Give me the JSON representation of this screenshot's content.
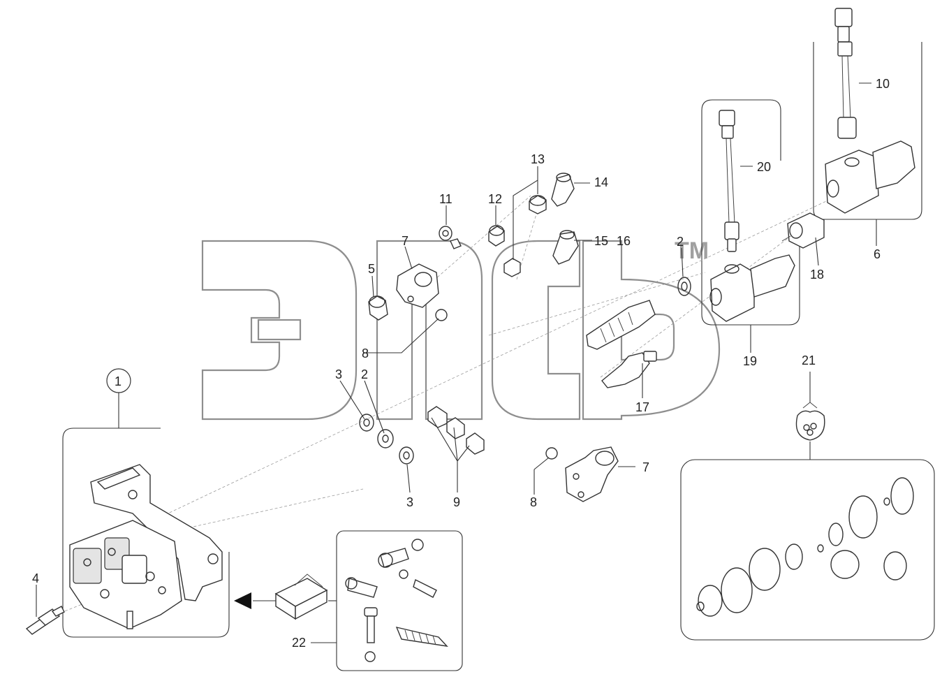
{
  "corner_text": "",
  "watermark": {
    "trademark": "TM"
  },
  "callouts": [
    {
      "id": "c1",
      "text": "1"
    },
    {
      "id": "c2a",
      "text": "2"
    },
    {
      "id": "c2b",
      "text": "2"
    },
    {
      "id": "c3a",
      "text": "3"
    },
    {
      "id": "c3b",
      "text": "3"
    },
    {
      "id": "c4",
      "text": "4"
    },
    {
      "id": "c5",
      "text": "5"
    },
    {
      "id": "c6",
      "text": "6"
    },
    {
      "id": "c7a",
      "text": "7"
    },
    {
      "id": "c7b",
      "text": "7"
    },
    {
      "id": "c8a",
      "text": "8"
    },
    {
      "id": "c8b",
      "text": "8"
    },
    {
      "id": "c9",
      "text": "9"
    },
    {
      "id": "c10",
      "text": "10"
    },
    {
      "id": "c11",
      "text": "11"
    },
    {
      "id": "c12",
      "text": "12"
    },
    {
      "id": "c13",
      "text": "13"
    },
    {
      "id": "c14",
      "text": "14"
    },
    {
      "id": "c15",
      "text": "15"
    },
    {
      "id": "c16",
      "text": "16"
    },
    {
      "id": "c17",
      "text": "17"
    },
    {
      "id": "c18",
      "text": "18"
    },
    {
      "id": "c19",
      "text": "19"
    },
    {
      "id": "c20",
      "text": "20"
    },
    {
      "id": "c21",
      "text": "21"
    },
    {
      "id": "c22",
      "text": "22"
    }
  ]
}
